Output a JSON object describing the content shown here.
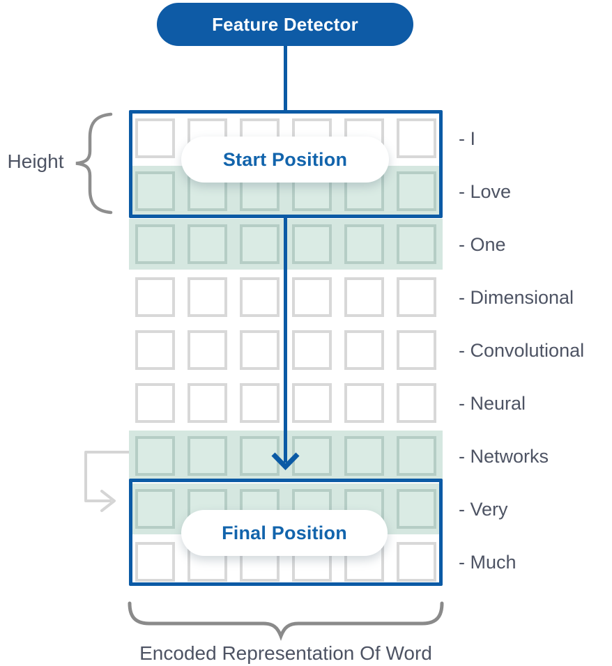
{
  "detector": {
    "label": "Feature Detector"
  },
  "start": {
    "label": "Start Position"
  },
  "final": {
    "label": "Final Position"
  },
  "height": {
    "label": "Height"
  },
  "caption": {
    "label": "Encoded Representation Of Word"
  },
  "grid": {
    "columns": 6,
    "rows": [
      {
        "word": "- I",
        "highlighted": false
      },
      {
        "word": "- Love",
        "highlighted": true
      },
      {
        "word": "- One",
        "highlighted": true
      },
      {
        "word": "- Dimensional",
        "highlighted": false
      },
      {
        "word": "- Convolutional",
        "highlighted": false
      },
      {
        "word": "- Neural",
        "highlighted": false
      },
      {
        "word": "- Networks",
        "highlighted": true
      },
      {
        "word": "- Very",
        "highlighted": true
      },
      {
        "word": "- Much",
        "highlighted": false
      }
    ]
  },
  "colors": {
    "primary_blue": "#0E5BA6",
    "window_border_blue": "#0B5AA5",
    "text_dark": "#4D5363",
    "highlight_green": "#D5E7E0",
    "cell_fill_green": "#DAEBE4",
    "cell_border_green": "#B5CDC5",
    "cell_border_gray": "#D8D8D8",
    "brace_gray": "#8A8A8A",
    "connector_gray": "#D5D5D5"
  }
}
